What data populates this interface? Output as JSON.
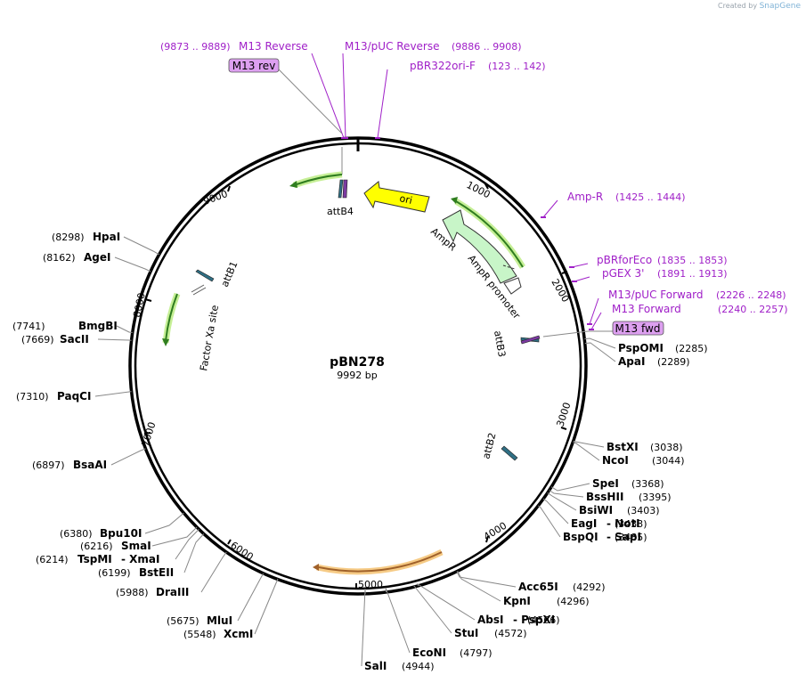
{
  "credit": {
    "created_by": "Created by",
    "brand": "SnapGene"
  },
  "plasmid": {
    "name": "pBN278",
    "size_label": "9992 bp",
    "length": 9992
  },
  "ticks": [
    "1000",
    "2000",
    "3000",
    "4000",
    "5000",
    "6000",
    "7000",
    "8000",
    "9000"
  ],
  "enzymes": [
    {
      "name": "HpaI",
      "pos": "(8298)"
    },
    {
      "name": "AgeI",
      "pos": "(8162)"
    },
    {
      "name": "BmgBI",
      "pos": "(7741)"
    },
    {
      "name": "SacII",
      "pos": "(7669)"
    },
    {
      "name": "PaqCI",
      "pos": "(7310)"
    },
    {
      "name": "BsaAI",
      "pos": "(6897)"
    },
    {
      "name": "Bpu10I",
      "pos": "(6380)"
    },
    {
      "name": "SmaI",
      "pos": "(6216)"
    },
    {
      "name": "TspMI",
      "pos": "(6214)",
      "name2": "XmaI"
    },
    {
      "name": "BstEII",
      "pos": "(6199)"
    },
    {
      "name": "DraIII",
      "pos": "(5988)"
    },
    {
      "name": "MluI",
      "pos": "(5675)"
    },
    {
      "name": "XcmI",
      "pos": "(5548)"
    },
    {
      "name": "SalI",
      "pos": "(4944)"
    },
    {
      "name": "EcoNI",
      "pos": "(4797)"
    },
    {
      "name": "StuI",
      "pos": "(4572)"
    },
    {
      "name": "AbsI",
      "pos": "(4566)",
      "name2": "PspXI"
    },
    {
      "name": "KpnI",
      "pos": "(4296)"
    },
    {
      "name": "Acc65I",
      "pos": "(4292)"
    },
    {
      "name": "BspQI",
      "pos": "(3485)",
      "name2": "SapI"
    },
    {
      "name": "EagI",
      "pos": "(3433)",
      "name2": "NotI"
    },
    {
      "name": "BsiWI",
      "pos": "(3403)"
    },
    {
      "name": "BssHII",
      "pos": "(3395)"
    },
    {
      "name": "SpeI",
      "pos": "(3368)"
    },
    {
      "name": "NcoI",
      "pos": "(3044)"
    },
    {
      "name": "BstXI",
      "pos": "(3038)"
    },
    {
      "name": "ApaI",
      "pos": "(2289)"
    },
    {
      "name": "PspOMI",
      "pos": "(2285)"
    }
  ],
  "primers": [
    {
      "name": "M13 Reverse",
      "range": "(9873 .. 9889)"
    },
    {
      "name": "M13/pUC Reverse",
      "range": "(9886 .. 9908)"
    },
    {
      "name": "pBR322ori-F",
      "range": "(123 .. 142)"
    },
    {
      "name": "Amp-R",
      "range": "(1425 .. 1444)"
    },
    {
      "name": "pBRforEco",
      "range": "(1835 .. 1853)"
    },
    {
      "name": "pGEX 3'",
      "range": "(1891 .. 1913)"
    },
    {
      "name": "M13/pUC Forward",
      "range": "(2226 .. 2248)"
    },
    {
      "name": "M13 Forward",
      "range": "(2240 .. 2257)"
    }
  ],
  "boxed_primers": {
    "rev": "M13 rev",
    "fwd": "M13 fwd"
  },
  "features": {
    "ori": "ori",
    "ampr": "AmpR",
    "ampr_promoter": "AmpR promoter",
    "attb1": "attB1",
    "attb2": "attB2",
    "attb3": "attB3",
    "attb4": "attB4",
    "factor_xa": "Factor Xa site"
  },
  "colors": {
    "primer": "#a020c8",
    "ori": "#ffff00",
    "ampr": "#c8f5c8",
    "green_feature": "#2f7d1f",
    "green_glow": "#c6ef96",
    "orange_feature": "#a0612a",
    "orange_glow": "#f6cb86",
    "att_site": "#2f6f84",
    "primer_box": "#dda0f0"
  }
}
